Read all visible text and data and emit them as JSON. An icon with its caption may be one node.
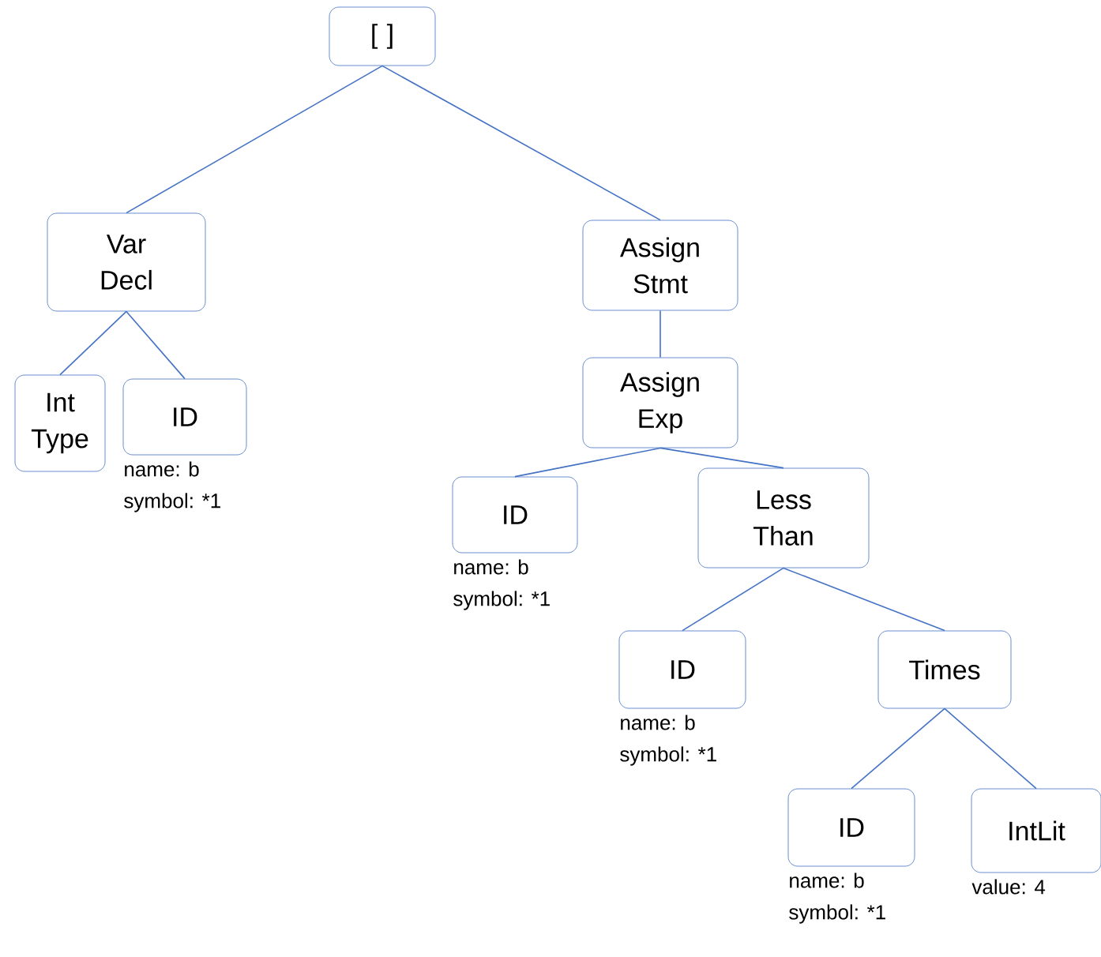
{
  "diagram": {
    "nodes": [
      {
        "text": [
          "[ ]"
        ]
      },
      {
        "text": [
          "Var Decl"
        ]
      },
      {
        "text": [
          "Assign Stmt"
        ]
      },
      {
        "text": [
          "Int Type"
        ]
      },
      {
        "text": [
          "ID"
        ],
        "beside": [
          "name: b",
          "symbol: *1"
        ]
      },
      {
        "text": [
          "Assign Exp"
        ]
      },
      {
        "text": [
          "ID"
        ],
        "beside": [
          "name: b",
          "symbol: *1"
        ]
      },
      {
        "text": [
          "Less Than"
        ]
      },
      {
        "text": [
          "ID"
        ],
        "beside": [
          "name: b",
          "symbol: *1"
        ]
      },
      {
        "text": [
          "Times"
        ]
      },
      {
        "text": [
          "ID"
        ],
        "beside": [
          "name: b",
          "symbol: *1"
        ]
      },
      {
        "text": [
          "IntLit"
        ],
        "beside": [
          "value: 4"
        ]
      }
    ],
    "edges": [
      {
        "from": 0,
        "to": 1,
        "arrow": "none"
      },
      {
        "from": 0,
        "to": 2,
        "arrow": "none"
      },
      {
        "from": 1,
        "to": 3,
        "arrow": "none"
      },
      {
        "from": 1,
        "to": 4,
        "arrow": "none"
      },
      {
        "from": 2,
        "to": 5,
        "arrow": "none"
      },
      {
        "from": 5,
        "to": 6,
        "arrow": "none"
      },
      {
        "from": 5,
        "to": 7,
        "arrow": "none"
      },
      {
        "from": 7,
        "to": 8,
        "arrow": "none"
      },
      {
        "from": 7,
        "to": 9,
        "arrow": "none"
      },
      {
        "from": 9,
        "to": 10,
        "arrow": "none"
      },
      {
        "from": 9,
        "to": 11,
        "arrow": "none"
      }
    ]
  }
}
